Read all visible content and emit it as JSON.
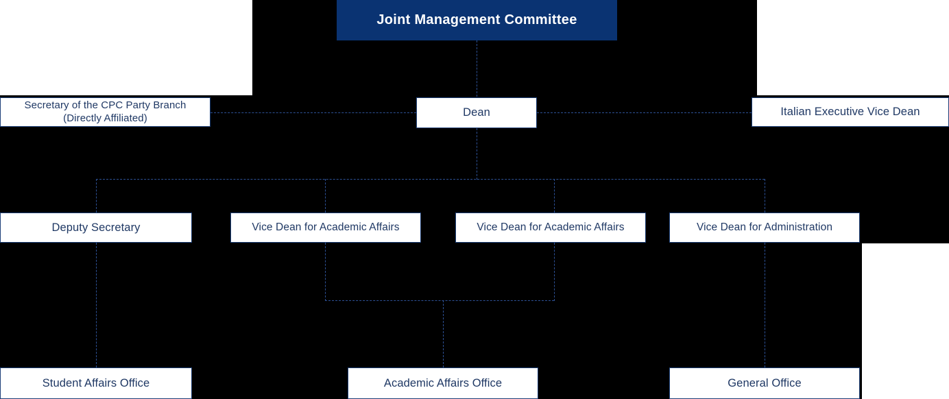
{
  "chart": {
    "title": "Joint Management Committee",
    "type": "org-chart",
    "theme": {
      "background": "#000000",
      "panel": "#ffffff",
      "root_fill": "#0a3372",
      "root_text": "#ffffff",
      "node_fill": "#ffffff",
      "node_border": "#1c3f78",
      "node_text": "#1f3864",
      "connector": "#2d5196"
    }
  },
  "nodes": {
    "root": {
      "label": "Joint Management Committee",
      "level": 0
    },
    "party_secretary": {
      "line1": "Secretary of the CPC Party Branch",
      "line2": "(Directly Affiliated)",
      "level": 1
    },
    "dean": {
      "label": "Dean",
      "level": 1
    },
    "italian_vice_dean": {
      "label": "Italian Executive Vice Dean",
      "level": 1
    },
    "deputy_secretary": {
      "label": "Deputy Secretary",
      "level": 2
    },
    "vice_dean_academic_1": {
      "label": "Vice Dean for Academic Affairs",
      "level": 2
    },
    "vice_dean_academic_2": {
      "label": "Vice Dean for Academic Affairs",
      "level": 2
    },
    "vice_dean_admin": {
      "label": "Vice Dean for Administration",
      "level": 2
    },
    "student_affairs_office": {
      "label": "Student Affairs Office",
      "level": 3
    },
    "academic_affairs_office": {
      "label": "Academic Affairs Office",
      "level": 3
    },
    "general_office": {
      "label": "General Office",
      "level": 3
    }
  },
  "edges": [
    {
      "from": "root",
      "to": "dean",
      "style": "dashed"
    },
    {
      "from": "dean",
      "to": "party_secretary",
      "style": "dashed"
    },
    {
      "from": "dean",
      "to": "italian_vice_dean",
      "style": "dashed"
    },
    {
      "from": "dean",
      "to": "deputy_secretary",
      "style": "dashed"
    },
    {
      "from": "dean",
      "to": "vice_dean_academic_1",
      "style": "dashed"
    },
    {
      "from": "dean",
      "to": "vice_dean_academic_2",
      "style": "dashed"
    },
    {
      "from": "dean",
      "to": "vice_dean_admin",
      "style": "dashed"
    },
    {
      "from": "deputy_secretary",
      "to": "student_affairs_office",
      "style": "dashed"
    },
    {
      "from": "vice_dean_academic_1",
      "to": "academic_affairs_office",
      "style": "dashed"
    },
    {
      "from": "vice_dean_academic_2",
      "to": "academic_affairs_office",
      "style": "dashed"
    },
    {
      "from": "vice_dean_admin",
      "to": "general_office",
      "style": "dashed"
    }
  ]
}
